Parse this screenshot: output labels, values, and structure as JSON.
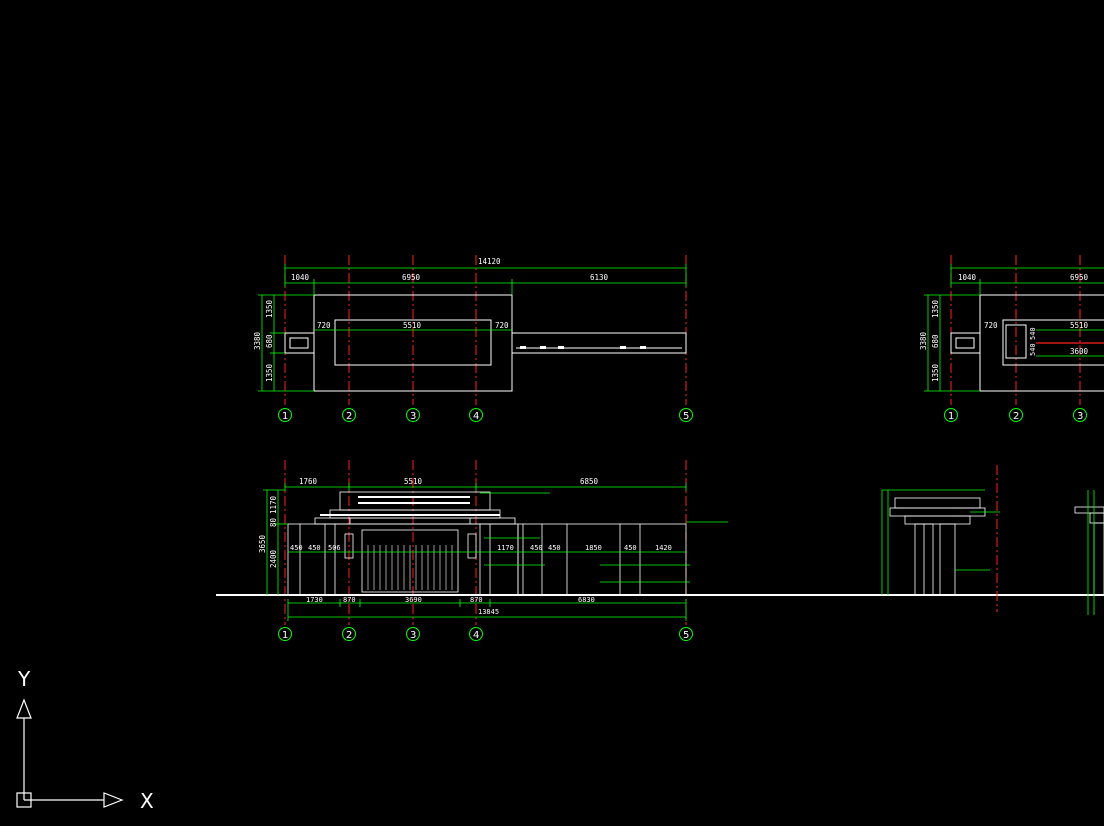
{
  "plan_left": {
    "total": "14120",
    "top_dims": [
      "1040",
      "6950",
      "6130"
    ],
    "inner_dims": [
      "720",
      "5510",
      "720"
    ],
    "left_dims_total": "3380",
    "left_dims": [
      "1350",
      "680",
      "1350"
    ],
    "axes": [
      "1",
      "2",
      "3",
      "4",
      "5"
    ]
  },
  "plan_right": {
    "top_dims": [
      "1040",
      "6950"
    ],
    "inner_dims": [
      "720",
      "5510"
    ],
    "mid_dim": "3600",
    "small_dims": [
      "540",
      "540"
    ],
    "left_dims_total": "3380",
    "left_dims": [
      "1350",
      "680",
      "1350"
    ],
    "axes": [
      "1",
      "2",
      "3"
    ]
  },
  "elevation": {
    "top_dims": [
      "1760",
      "5510",
      "6850"
    ],
    "left_dims_total": "3650",
    "left_dims": [
      "1170",
      "80",
      "2400"
    ],
    "row_dims": [
      "450",
      "450",
      "506",
      "1170",
      "450",
      "450",
      "1850",
      "450",
      "1420"
    ],
    "bottom_dims": [
      "1730",
      "870",
      "3690",
      "870",
      "6830"
    ],
    "bottom_total": "13845",
    "axes": [
      "1",
      "2",
      "3",
      "4",
      "5"
    ]
  },
  "ucs": {
    "x_label": "X",
    "y_label": "Y"
  },
  "colors": {
    "background": "#000000",
    "dimension": "#00ff00",
    "axis_line": "#ff2020",
    "outline": "#ffffff"
  }
}
